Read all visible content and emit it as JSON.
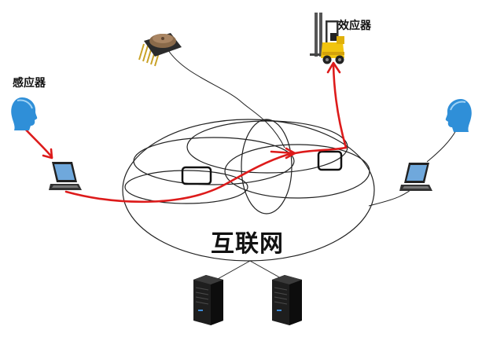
{
  "labels": {
    "sensor": "感应器",
    "actuator": "效应器",
    "internet": "互联网"
  },
  "colors": {
    "signal_path": "#dd1b1b",
    "link_line": "#222222",
    "router_box": "#111111",
    "head_blue": "#2f8fd8",
    "forklift_yellow": "#f1c40f"
  },
  "icons": {
    "left_head": "human-head-icon",
    "right_head": "human-head-icon",
    "left_laptop": "laptop-icon",
    "right_laptop": "laptop-icon",
    "chip": "sensor-chip-icon",
    "forklift": "forklift-icon",
    "servers": [
      "server-tower-icon",
      "server-tower-icon"
    ]
  }
}
